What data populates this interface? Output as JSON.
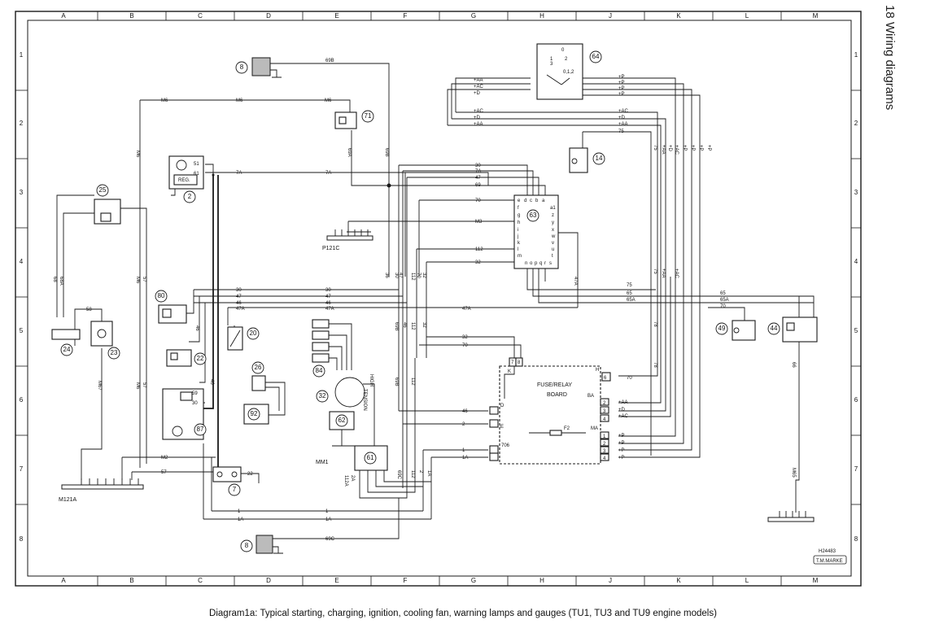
{
  "page_header": "Wiring diagrams",
  "page_number_fragment": "18",
  "caption": "Diagram1a:  Typical starting, charging, ignition, cooling fan, warning lamps and gauges (TU1, TU3 and TU9 engine models)",
  "column_labels": [
    "A",
    "B",
    "C",
    "D",
    "E",
    "F",
    "G",
    "H",
    "J",
    "K",
    "L",
    "M"
  ],
  "row_labels": [
    "1",
    "2",
    "3",
    "4",
    "5",
    "6",
    "7",
    "8"
  ],
  "drawing_ref": "H24483",
  "signature": "T.M.MARKE",
  "fuse_board_label_1": "FUSE/RELAY",
  "fuse_board_label_2": "BOARD",
  "fuse_label": "F2",
  "hv_label_1": "HIGH",
  "hv_label_2": "TENSION",
  "connectors": {
    "p121c": "P121C",
    "m121a": "M121A",
    "mm1": "MM1",
    "reg": "REG."
  },
  "component_numbers": [
    "2",
    "7",
    "8",
    "8",
    "14",
    "20",
    "22",
    "23",
    "24",
    "25",
    "26",
    "32",
    "44",
    "49",
    "61",
    "62",
    "63",
    "64",
    "71",
    "80",
    "84",
    "87",
    "92"
  ],
  "ign_switch_positions": [
    "0",
    "1",
    "2",
    "3",
    "0,1,2"
  ],
  "ecu_pins_top": [
    "d",
    "c",
    "b",
    "a"
  ],
  "ecu_pins_left": [
    "e",
    "f",
    "g",
    "h",
    "i",
    "j",
    "k",
    "l",
    "m"
  ],
  "ecu_pins_bottom": [
    "n",
    "o",
    "p",
    "q",
    "r",
    "s"
  ],
  "ecu_pins_right": [
    "a1",
    "z",
    "y",
    "x",
    "w",
    "v",
    "u",
    "t"
  ],
  "fuse_terminals_left": [
    "D",
    "E"
  ],
  "fuse_terminals_top": [
    "K",
    "7",
    "8"
  ],
  "fuse_terminals_right": [
    "H",
    "6",
    "BA",
    "2",
    "3",
    "4",
    "MA",
    "1",
    "2",
    "3",
    "4"
  ],
  "fuse_terminal_706": "706",
  "wire_labels": {
    "w69b": "69B",
    "m6": "M6",
    "w7a": "7A",
    "w30": "30",
    "w47": "47",
    "w69": "69",
    "w70": "70",
    "m3": "M3",
    "w112": "112",
    "w32": "32",
    "w47a": "47A",
    "w46": "46",
    "w58": "58",
    "w59": "59",
    "w51": "51",
    "w61": "61",
    "m2": "M2",
    "w57": "57",
    "w22": "22",
    "w1": "1",
    "w1a": "1A",
    "w2": "2",
    "w2a": "2A",
    "w69c": "69C",
    "w75": "75",
    "w65": "65",
    "w65a": "65A",
    "w78": "78",
    "w66": "66",
    "w69a": "69A",
    "w68": "68",
    "w68a": "68A",
    "m67": "M67",
    "m65": "M65",
    "w112a": "112A",
    "paa": "+AA",
    "pac": "+AC",
    "pd": "+D",
    "pp": "+P",
    "w6": "6",
    "w36": "36"
  }
}
